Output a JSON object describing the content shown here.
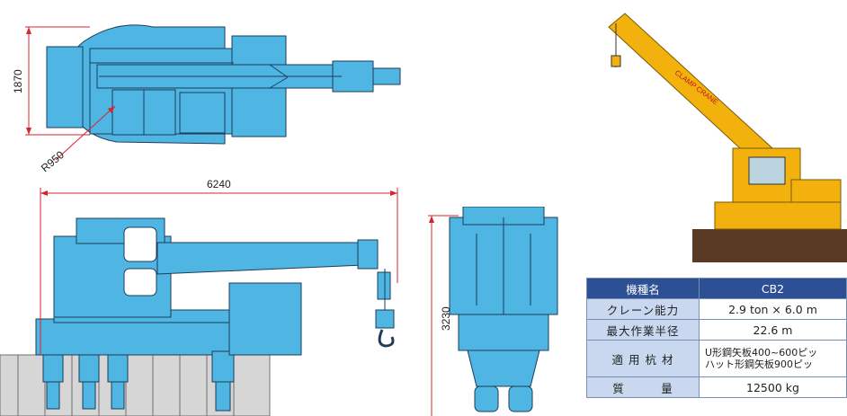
{
  "dimensions": {
    "width_1870": "1870",
    "radius": "R950",
    "length_6240": "6240",
    "height_3230": "3230"
  },
  "photo": {
    "boom_text": "CLAMP CRANE"
  },
  "spec_table": {
    "header": {
      "label": "機種名",
      "value": "CB2"
    },
    "rows": [
      {
        "label": "クレーン能力",
        "value": "2.9 ton × 6.0 m"
      },
      {
        "label": "最大作業半径",
        "value": "22.6 m"
      },
      {
        "label": "適 用 杭 材",
        "value_line1": "U形鋼矢板400~600ピッ",
        "value_line2": "ハット形鋼矢板900ピッ"
      },
      {
        "label": "質　　　量",
        "value": "12500 kg"
      }
    ]
  },
  "colors": {
    "machine_blue": "#4fb6e3",
    "machine_outline": "#1e3c5a",
    "crane_yellow": "#f2b10c",
    "table_header": "#2d4f94",
    "table_label_bg": "#c9d8ee",
    "dimension_red": "#d9232d",
    "ground_gray": "#d6d6d6"
  }
}
